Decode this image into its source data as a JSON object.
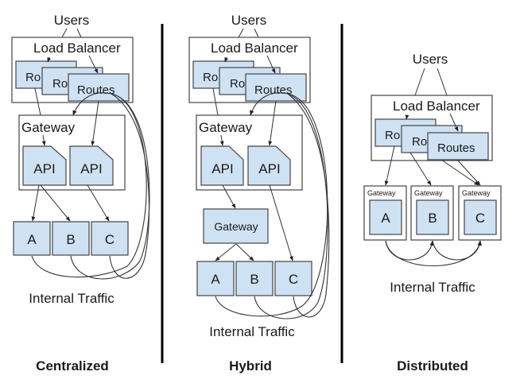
{
  "panels": [
    {
      "id": "centralized",
      "title": "Centralized",
      "users_label": "Users",
      "load_balancer_label": "Load Balancer",
      "routes": [
        "Ro",
        "Ro",
        "Routes"
      ],
      "gateway_label": "Gateway",
      "apis": [
        "API",
        "API"
      ],
      "services": [
        "A",
        "B",
        "C"
      ],
      "internal_traffic_label": "Internal Traffic"
    },
    {
      "id": "hybrid",
      "title": "Hybrid",
      "users_label": "Users",
      "load_balancer_label": "Load Balancer",
      "routes": [
        "Ro",
        "Ro",
        "Routes"
      ],
      "gateway_label": "Gateway",
      "apis": [
        "API",
        "API"
      ],
      "inner_gateway_label": "Gateway",
      "services": [
        "A",
        "B",
        "C"
      ],
      "internal_traffic_label": "Internal Traffic"
    },
    {
      "id": "distributed",
      "title": "Distributed",
      "users_label": "Users",
      "load_balancer_label": "Load Balancer",
      "routes": [
        "Ro",
        "Ro",
        "Routes"
      ],
      "service_gateway_label": "Gateway",
      "services": [
        "A",
        "B",
        "C"
      ],
      "internal_traffic_label": "Internal Traffic"
    }
  ],
  "colors": {
    "box_fill": "#cfe2f3",
    "border": "#444444",
    "divider": "#000000"
  }
}
